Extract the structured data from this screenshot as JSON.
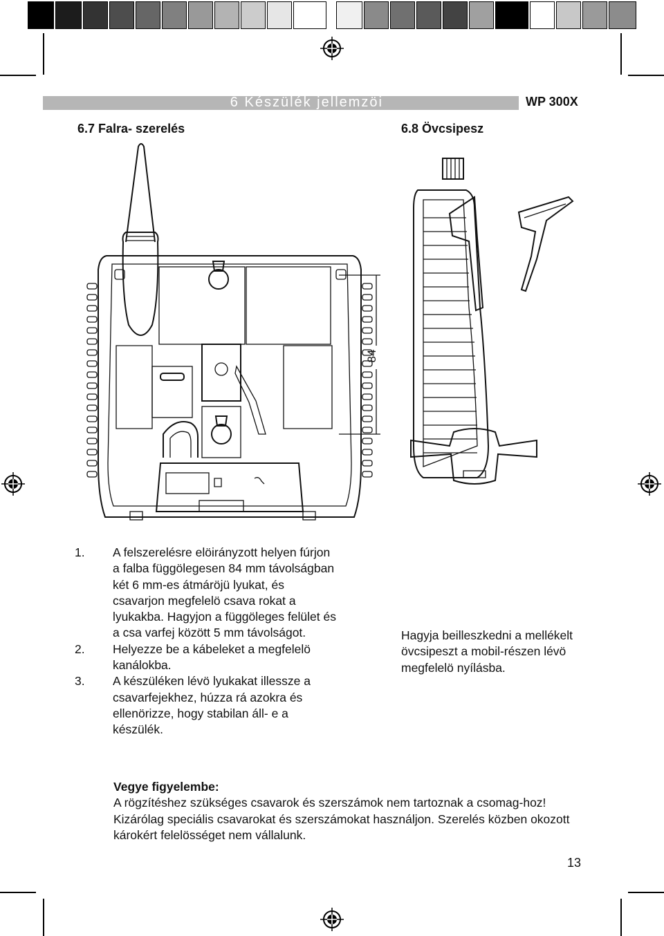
{
  "header": {
    "chapter_title": "6 Készülék jellemzöi",
    "model": "WP 300X"
  },
  "sections": {
    "wall_mount_heading": "6.7  Falra- szerelés",
    "belt_clip_heading": "6.8  Övcsipesz"
  },
  "figure": {
    "dimension_label": "84"
  },
  "steps": [
    {
      "num": "1.",
      "text": "A felszerelésre elöirányzott helyen fúrjon a falba függölegesen 84 mm távolságban két 6 mm-es átmáröjü lyukat, és csavarjon megfelelö csava rokat a lyukakba. Hagyjon a függöleges felület és a csa varfej között 5 mm távolságot."
    },
    {
      "num": "2.",
      "text": "Helyezze be a kábeleket a megfelelö kanálokba."
    },
    {
      "num": "3.",
      "text": "A készüléken lévö lyukakat illessze a csavarfejekhez, húzza rá azokra és ellenörizze, hogy stabilan áll- e a készülék."
    }
  ],
  "belt_clip_text": "Hagyja beilleszkedni a mellékelt övcsipeszt a mobil-részen lévö megfelelö nyílásba.",
  "note": {
    "title": "Vegye figyelembe:",
    "text": "A rögzítéshez szükséges csavarok és szerszámok nem tartoznak a csomag-hoz! Kizárólag speciális csavarokat és szerszámokat használjon. Szerelés közben okozott károkért felelösséget nem vállalunk."
  },
  "page_number": "13",
  "colors": {
    "header_bar": "#b6b6b6",
    "text": "#111111"
  }
}
